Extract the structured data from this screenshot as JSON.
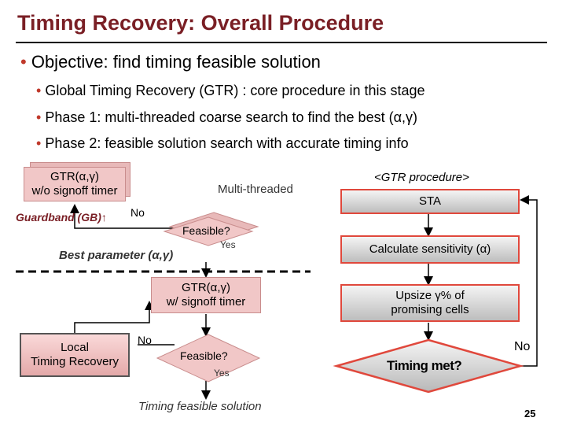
{
  "slide": {
    "title": "Timing Recovery: Overall Procedure",
    "objective": "Objective: find timing feasible solution",
    "bullet_glyph": "•",
    "subpoints": [
      "Global Timing Recovery (GTR) : core procedure in this stage",
      "Phase 1: multi-threaded coarse search to find the best (α,γ)",
      "Phase 2: feasible solution search with accurate timing info"
    ],
    "page_number": "25"
  },
  "left_flow": {
    "gtr_no_signoff": "GTR(α,γ)\nw/o signoff timer",
    "multi_threaded": "Multi-threaded",
    "guardband": "Guardband (GB)↑",
    "no_label_1": "No",
    "feasible_1": "Feasible?",
    "yes_label_1": "Yes",
    "best_parameter": "Best parameter (α,γ)",
    "gtr_signoff": "GTR(α,γ)\nw/ signoff timer",
    "local_recovery": "Local\nTiming Recovery",
    "no_label_2": "No",
    "feasible_2": "Feasible?",
    "yes_label_2": "Yes",
    "feasible_solution": "Timing feasible solution"
  },
  "right_flow": {
    "heading": "<GTR procedure>",
    "sta": "STA",
    "calc_sensitivity": "Calculate sensitivity (α)",
    "upsize": "Upsize γ% of\npromising cells",
    "timing_met": "Timing met?",
    "no_label": "No"
  },
  "colors": {
    "title": "#7a1f25",
    "bullet": "#c0392b",
    "pink_box": "#f1c7c7",
    "gray_box": "#d6d6d6",
    "red_border": "#e0483c",
    "guardband_text": "#7a1f25"
  },
  "icons": [
    "arrow-down-icon",
    "arrow-left-icon",
    "arrow-up-icon"
  ]
}
